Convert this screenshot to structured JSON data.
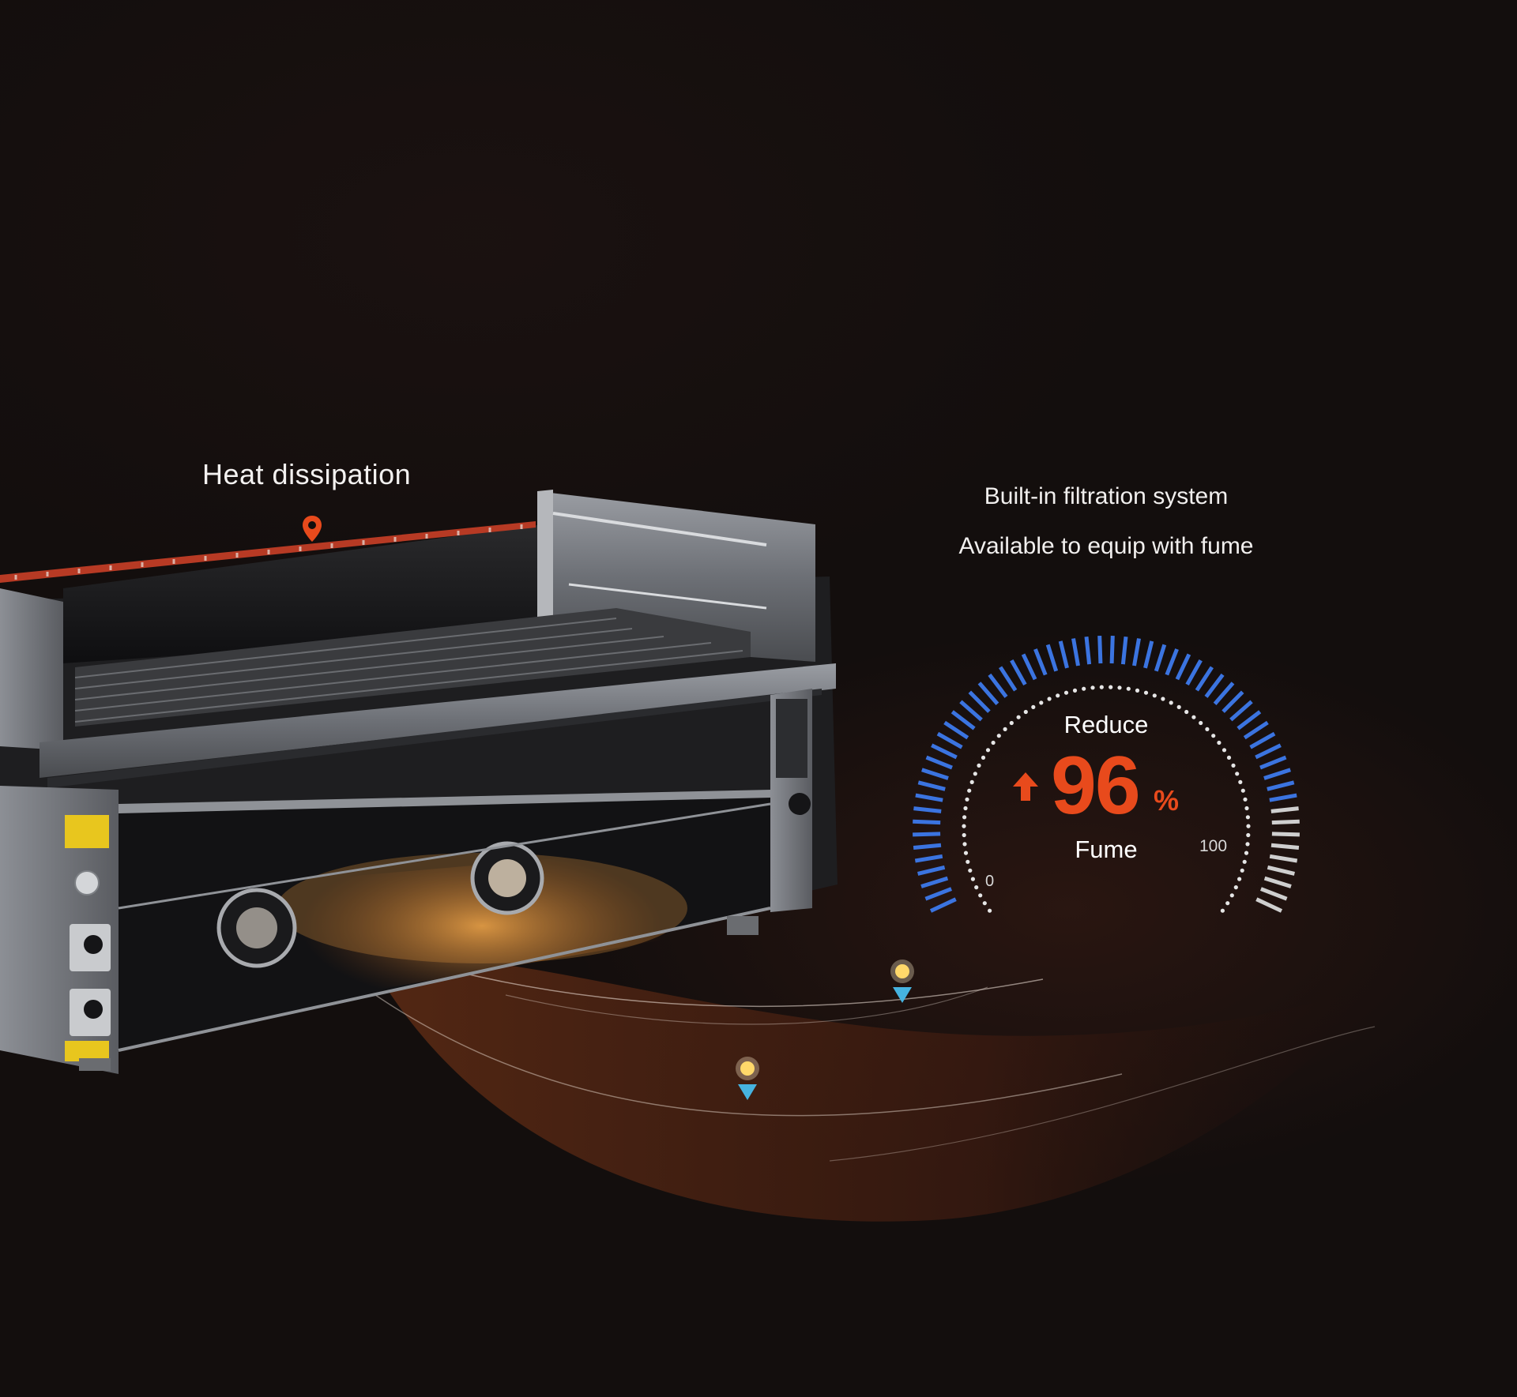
{
  "heat_label": "Heat dissipation",
  "features": {
    "line1": "Built-in filtration system",
    "line2": "Available to equip with fume"
  },
  "gauge": {
    "title": "Reduce",
    "value": "96",
    "unit": "%",
    "caption": "Fume",
    "min_label": "0",
    "max_label": "100",
    "level": 0.96
  },
  "colors": {
    "accent": "#e84a1c",
    "gauge_blue": "#3b74e0",
    "gauge_grey": "#cfcfcf",
    "glow": "#c66a2a"
  },
  "icons": {
    "heat_pin": "location-pin-icon",
    "value_arrow": "arrow-up-icon",
    "markers": "down-arrow-marker-icon"
  }
}
